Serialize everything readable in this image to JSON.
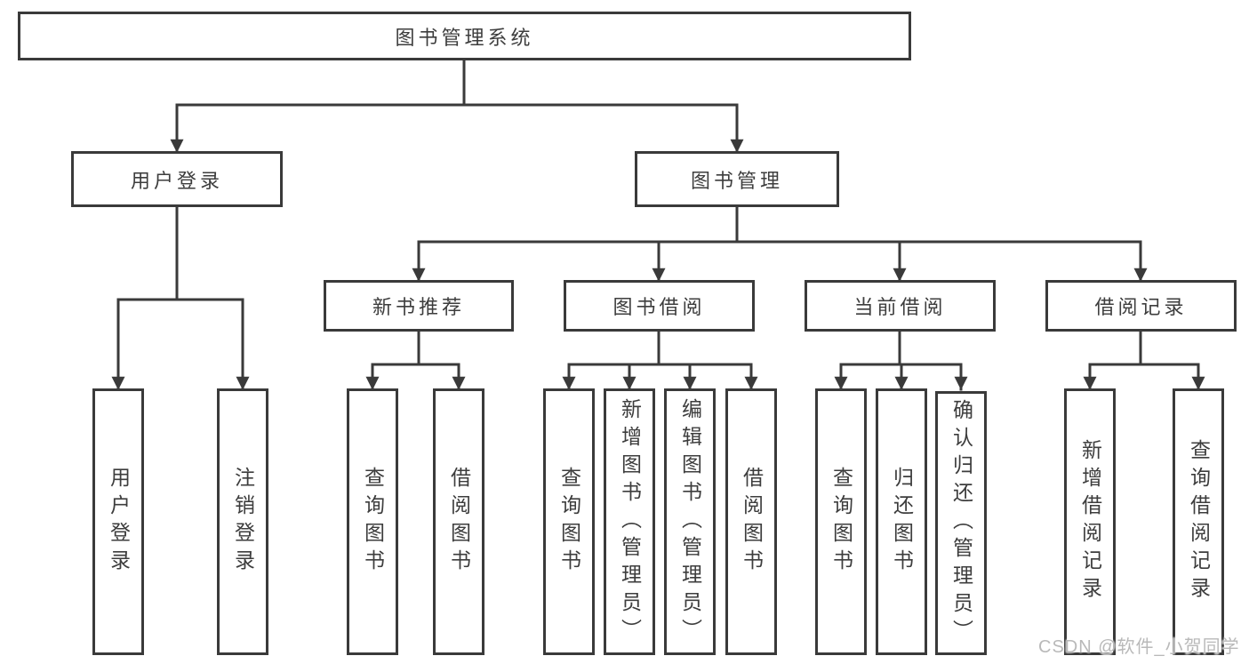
{
  "tree": {
    "root": {
      "label": "图书管理系统"
    },
    "branches": [
      {
        "label": "用户登录",
        "children": [
          {
            "label": "用户登录"
          },
          {
            "label": "注销登录"
          }
        ]
      },
      {
        "label": "图书管理",
        "children": [
          {
            "label": "新书推荐",
            "children": [
              {
                "label": "查询图书"
              },
              {
                "label": "借阅图书"
              }
            ]
          },
          {
            "label": "图书借阅",
            "children": [
              {
                "label": "查询图书"
              },
              {
                "label": "新增图书（管理员）"
              },
              {
                "label": "编辑图书（管理员）"
              },
              {
                "label": "借阅图书"
              }
            ]
          },
          {
            "label": "当前借阅",
            "children": [
              {
                "label": "查询图书"
              },
              {
                "label": "归还图书"
              },
              {
                "label": "确认归还（管理员）"
              }
            ]
          },
          {
            "label": "借阅记录",
            "children": [
              {
                "label": "新增借阅记录"
              },
              {
                "label": "查询借阅记录"
              }
            ]
          }
        ]
      }
    ]
  },
  "watermark": {
    "text": "CSDN @软件_小贺同学"
  },
  "colors": {
    "line": "#3a3a3a",
    "text": "#3d3d3d",
    "background": "#ffffff",
    "watermark": "#b9b9b9"
  }
}
